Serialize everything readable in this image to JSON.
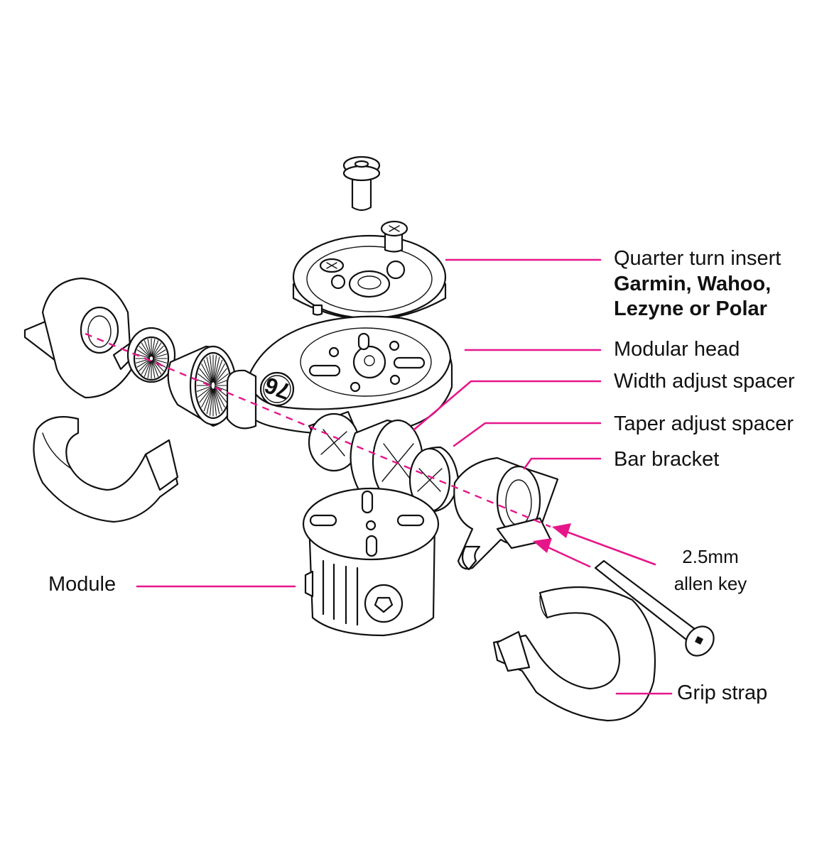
{
  "colors": {
    "accent": "#e6168a",
    "line": "#111111",
    "background": "#ffffff"
  },
  "labels": {
    "quarter_turn_insert": "Quarter turn insert",
    "compatibility_line1": "Garmin, Wahoo,",
    "compatibility_line2": "Lezyne or Polar",
    "modular_head": "Modular head",
    "width_adjust_spacer": "Width adjust spacer",
    "taper_adjust_spacer": "Taper adjust spacer",
    "bar_bracket": "Bar bracket",
    "allen_key_line1": "2.5mm",
    "allen_key_line2": "allen key",
    "module": "Module",
    "grip_strap": "Grip strap"
  },
  "head_mark": "76"
}
